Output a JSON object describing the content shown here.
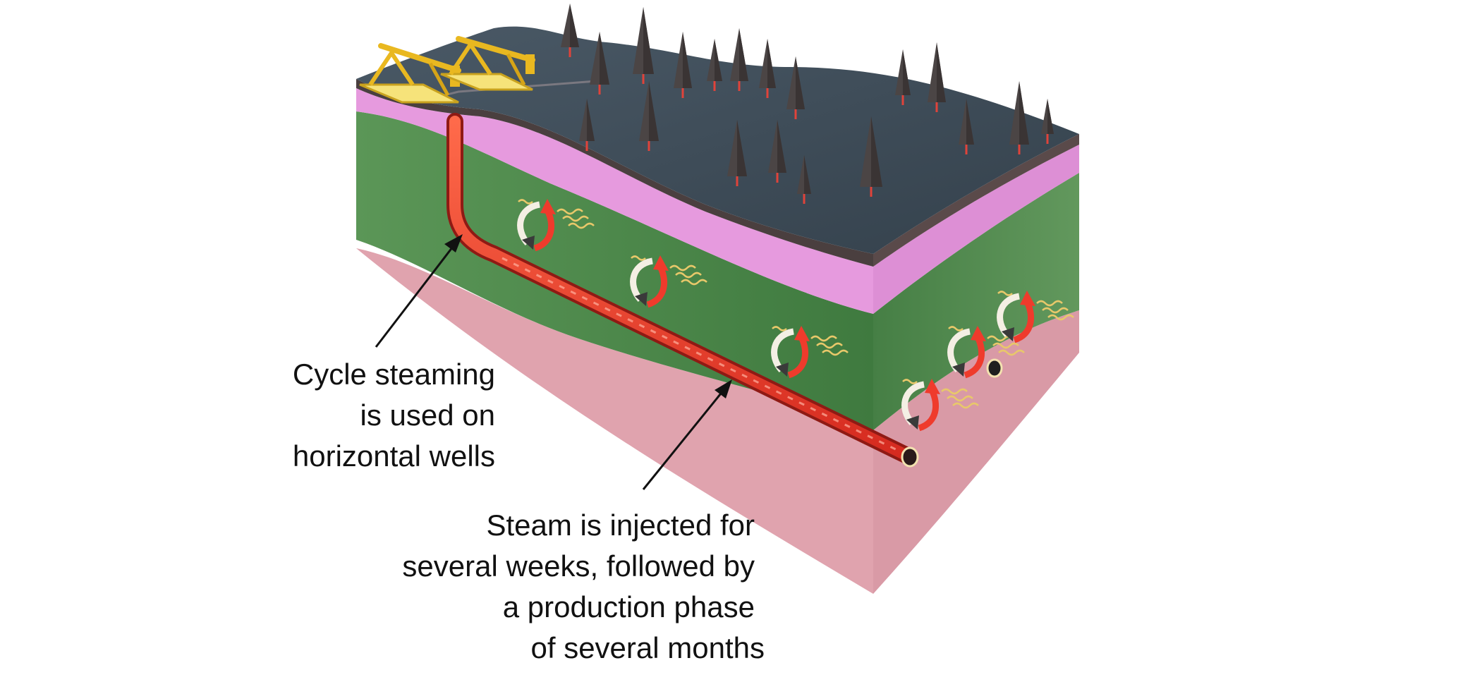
{
  "captions": {
    "cycle_steaming": {
      "lines": [
        "Cycle steaming",
        "is used on",
        "horizontal wells"
      ]
    },
    "steam_injection": {
      "lines": [
        "Steam is injected for",
        "several weeks, followed by",
        "a production phase",
        "of several months"
      ]
    }
  },
  "colors": {
    "surface": "#3d4c58",
    "pink_layer": "#e79be0",
    "reservoir_green": "#4e8a4b",
    "basement": "#e3a7b2",
    "well": "#f03a2c",
    "pump_jack": "#f2cf3a",
    "tree": "#4a4444",
    "arrow": "#111111"
  },
  "icons": {
    "pump_jack": "pump-jack-icon",
    "tree": "tree-icon",
    "steam_swirl": "steam-circulation-icon"
  }
}
